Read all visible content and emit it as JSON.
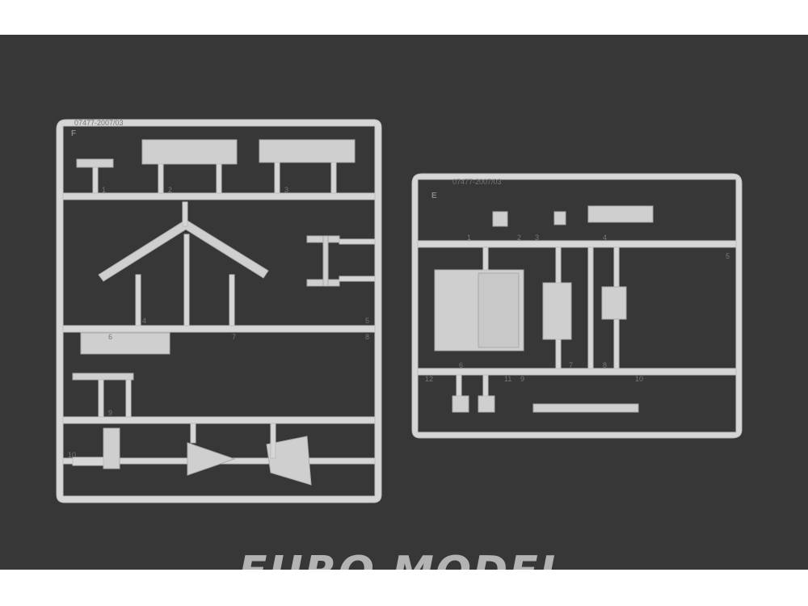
{
  "sprues": [
    {
      "letter": "F",
      "code": "07477-2007/03",
      "part_numbers": [
        "1",
        "2",
        "3",
        "4",
        "5",
        "6",
        "7",
        "8",
        "9",
        "10"
      ]
    },
    {
      "letter": "E",
      "code": "07477-2007/03",
      "part_numbers": [
        "1",
        "2",
        "3",
        "4",
        "5",
        "6",
        "7",
        "8",
        "9",
        "10",
        "11",
        "12"
      ]
    }
  ],
  "watermark": "EURO MODEL",
  "colors": {
    "background": "#373737",
    "plastic": "#d6d6d6"
  }
}
